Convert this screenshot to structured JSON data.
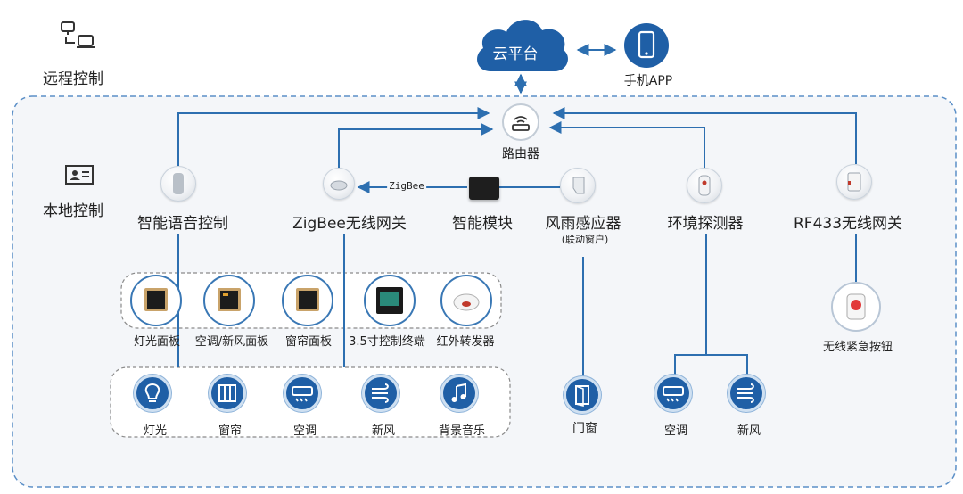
{
  "remote": {
    "label": "远程控制",
    "icon": "remote-devices-icon"
  },
  "local": {
    "label": "本地控制",
    "icon": "local-control-icon"
  },
  "cloud": {
    "label": "云平台"
  },
  "phone": {
    "label": "手机APP"
  },
  "router": {
    "label": "路由器"
  },
  "zigbee_link": {
    "label": "ZigBee"
  },
  "devices": {
    "voice": "智能语音控制",
    "zigbee_gateway": "ZigBee无线网关",
    "module": "智能模块",
    "rain_sensor": "风雨感应器",
    "rain_sensor_sub": "(联动窗户)",
    "env_detector": "环境探测器",
    "rf_gateway": "RF433无线网关"
  },
  "panels": [
    {
      "label": "灯光面板",
      "icon": "light-panel-icon"
    },
    {
      "label": "空调/新风面板",
      "icon": "ac-fresh-air-panel-icon"
    },
    {
      "label": "窗帘面板",
      "icon": "curtain-panel-icon"
    },
    {
      "label": "3.5寸控制终端",
      "icon": "control-terminal-icon"
    },
    {
      "label": "红外转发器",
      "icon": "ir-repeater-icon"
    }
  ],
  "endpoints": [
    {
      "label": "灯光",
      "icon": "lightbulb-icon"
    },
    {
      "label": "窗帘",
      "icon": "curtain-icon"
    },
    {
      "label": "空调",
      "icon": "air-conditioner-icon"
    },
    {
      "label": "新风",
      "icon": "fresh-air-icon"
    },
    {
      "label": "背景音乐",
      "icon": "music-icon"
    }
  ],
  "window": {
    "label": "门窗",
    "icon": "door-window-icon"
  },
  "env_endpoints": [
    {
      "label": "空调",
      "icon": "air-conditioner-icon"
    },
    {
      "label": "新风",
      "icon": "fresh-air-icon"
    }
  ],
  "emergency": {
    "label": "无线紧急按钮",
    "icon": "emergency-button-icon"
  },
  "colors": {
    "line": "#2d6fb0",
    "dash": "#5b8fc7",
    "cloud": "#1f5fa6",
    "node": "#1f5fa6"
  }
}
